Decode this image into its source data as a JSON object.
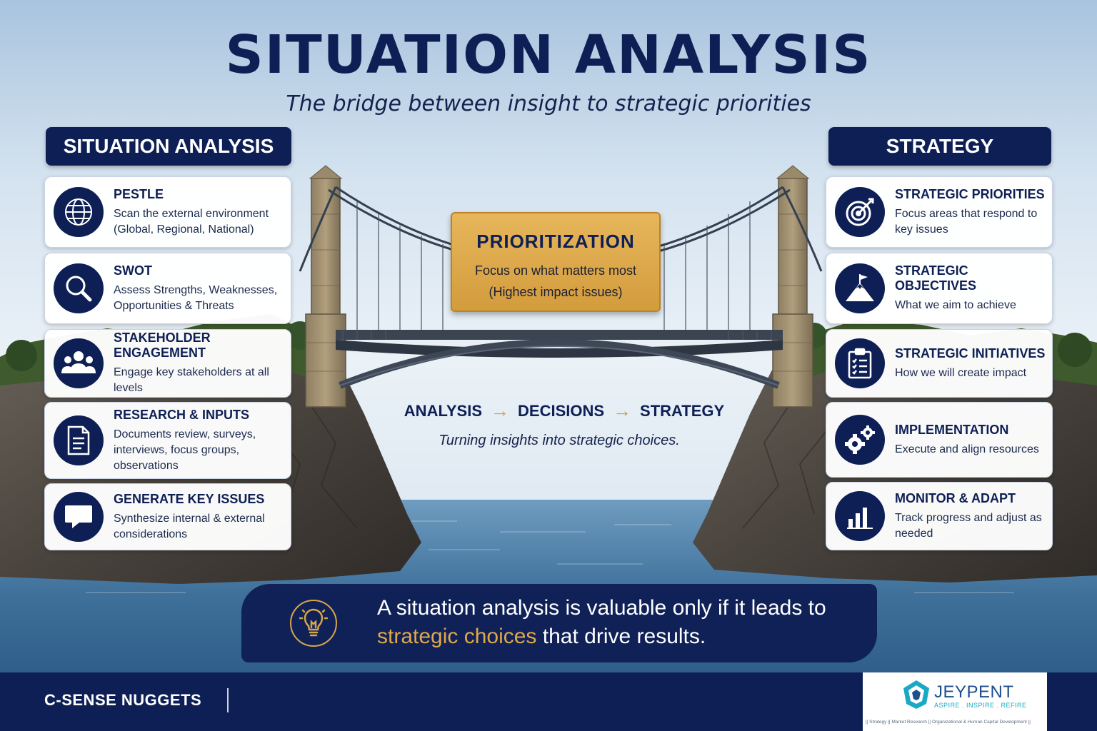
{
  "title": "SITUATION ANALYSIS",
  "subtitle": "The bridge between insight to strategic priorities",
  "left": {
    "header": "SITUATION ANALYSIS",
    "cards": [
      {
        "title": "PESTLE",
        "desc": "Scan the external environment (Global, Regional, National)",
        "icon": "globe-icon"
      },
      {
        "title": "SWOT",
        "desc": "Assess Strengths, Weaknesses, Opportunities & Threats",
        "icon": "magnifier-icon"
      },
      {
        "title": "STAKEHOLDER ENGAGEMENT",
        "desc": "Engage key stakeholders at all levels",
        "icon": "people-icon"
      },
      {
        "title": "RESEARCH & INPUTS",
        "desc": "Documents review, surveys, interviews, focus groups, observations",
        "icon": "document-icon"
      },
      {
        "title": "GENERATE KEY ISSUES",
        "desc": "Synthesize internal & external considerations",
        "icon": "speech-bubble-icon"
      }
    ]
  },
  "right": {
    "header": "STRATEGY",
    "cards": [
      {
        "title": "STRATEGIC PRIORITIES",
        "desc": "Focus areas that respond to key issues",
        "icon": "target-icon"
      },
      {
        "title": "STRATEGIC OBJECTIVES",
        "desc": "What we aim to achieve",
        "icon": "mountain-flag-icon"
      },
      {
        "title": "STRATEGIC INITIATIVES",
        "desc": "How we will create impact",
        "icon": "clipboard-icon"
      },
      {
        "title": "IMPLEMENTATION",
        "desc": "Execute and align resources",
        "icon": "gears-icon"
      },
      {
        "title": "MONITOR & ADAPT",
        "desc": "Track progress and adjust as needed",
        "icon": "bar-chart-icon"
      }
    ]
  },
  "prioritization": {
    "title": "PRIORITIZATION",
    "line1": "Focus on what matters most",
    "line2": "(Highest impact issues)"
  },
  "flow": {
    "steps": [
      "ANALYSIS",
      "DECISIONS",
      "STRATEGY"
    ],
    "arrow": "→",
    "caption": "Turning insights into strategic choices."
  },
  "banner": {
    "pre": "A situation analysis is valuable only if it leads to",
    "highlight": "strategic choices",
    "post": "that drive results.",
    "icon": "lightbulb-icon"
  },
  "footer": {
    "brand": "C-SENSE NUGGETS",
    "logo_name": "JEYPENT",
    "logo_tagline": "ASPIRE . INSPIRE . REFIRE",
    "logo_services": "|| Strategy || Market Research || Organizational & Human Capital Development ||"
  },
  "colors": {
    "navy": "#0e1f55",
    "gold": "#d39c3d",
    "sky": "#dce8f3",
    "sea": "#2f5f86"
  }
}
